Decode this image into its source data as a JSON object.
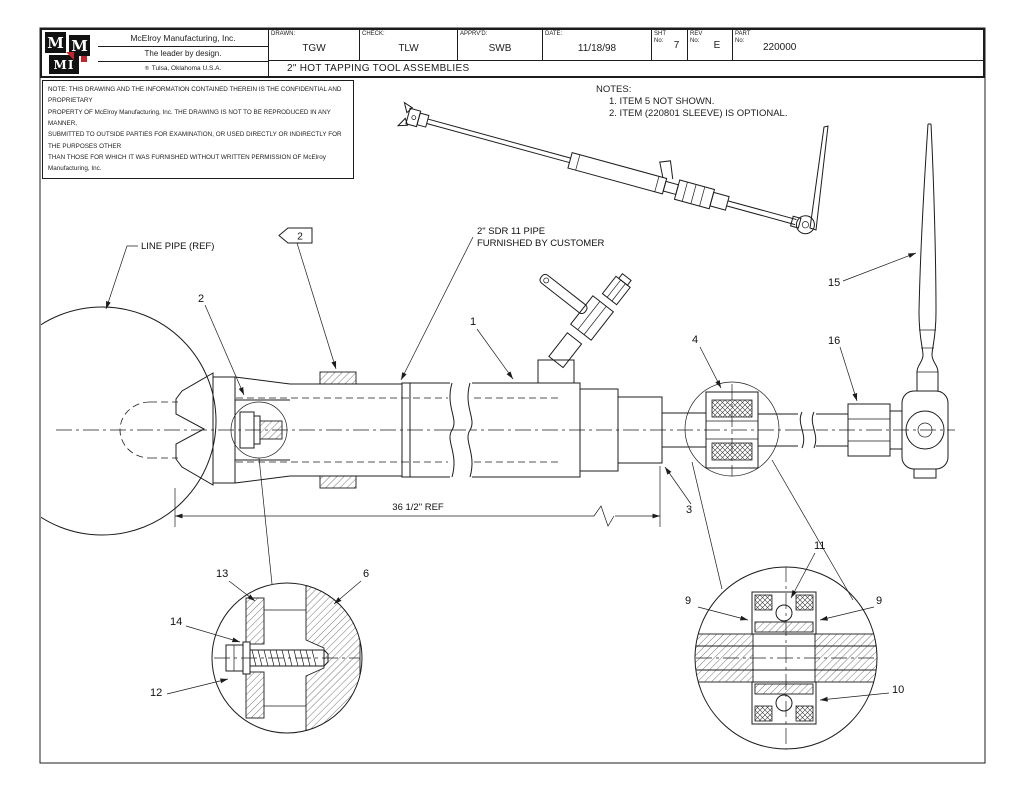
{
  "colors": {
    "ink": "#1c1c1c",
    "red": "#c6242b",
    "paper": "#ffffff"
  },
  "title_block": {
    "logo": {
      "m1": "M",
      "m2": "M",
      "mi": "MI"
    },
    "company": "McElroy Manufacturing, Inc.",
    "tagline": "The leader by design.",
    "registered": "®",
    "location": "Tulsa, Oklahoma U.S.A.",
    "fields": [
      {
        "label": "DRAWN:",
        "value": "TGW"
      },
      {
        "label": "CHECK:",
        "value": "TLW"
      },
      {
        "label": "APPRV'D:",
        "value": "SWB"
      },
      {
        "label": "DATE:",
        "value": "11/18/98"
      },
      {
        "label": "SHT No:",
        "value": "7"
      },
      {
        "label": "REV No:",
        "value": "E"
      },
      {
        "label": "PART No:",
        "value": "220000"
      }
    ],
    "drawing_title": "2\" HOT TAPPING TOOL ASSEMBLIES"
  },
  "confidential": {
    "lines": [
      "NOTE: THIS DRAWING AND THE INFORMATION CONTAINED THEREIN IS THE CONFIDENTIAL AND PROPRIETARY",
      "PROPERTY OF McElroy Manufacturing, Inc. THE DRAWING IS NOT TO BE REPRODUCED IN ANY MANNER,",
      "SUBMITTED TO OUTSIDE PARTIES FOR EXAMINATION, OR USED DIRECTLY OR INDIRECTLY FOR THE PURPOSES OTHER",
      "THAN THOSE FOR WHICH IT WAS FURNISHED WITHOUT WRITTEN PERMISSION OF McElroy Manufacturing, Inc."
    ]
  },
  "notes": {
    "heading": "NOTES:",
    "items": [
      "1. ITEM 5 NOT SHOWN.",
      "2. ITEM (220801 SLEEVE) IS OPTIONAL."
    ]
  },
  "labels": {
    "line_pipe": "LINE PIPE (REF)",
    "sdr_pipe_1": "2\" SDR 11  PIPE",
    "sdr_pipe_2": "FURNISHED BY CUSTOMER",
    "dim_ref": "36 1/2\" REF"
  },
  "callouts": {
    "flag2": "2",
    "c1": "1",
    "c2": "2",
    "c3": "3",
    "c4": "4",
    "c6": "6",
    "c9a": "9",
    "c9b": "9",
    "c10": "10",
    "c11": "11",
    "c12": "12",
    "c13": "13",
    "c14": "14",
    "c15": "15",
    "c16": "16"
  }
}
